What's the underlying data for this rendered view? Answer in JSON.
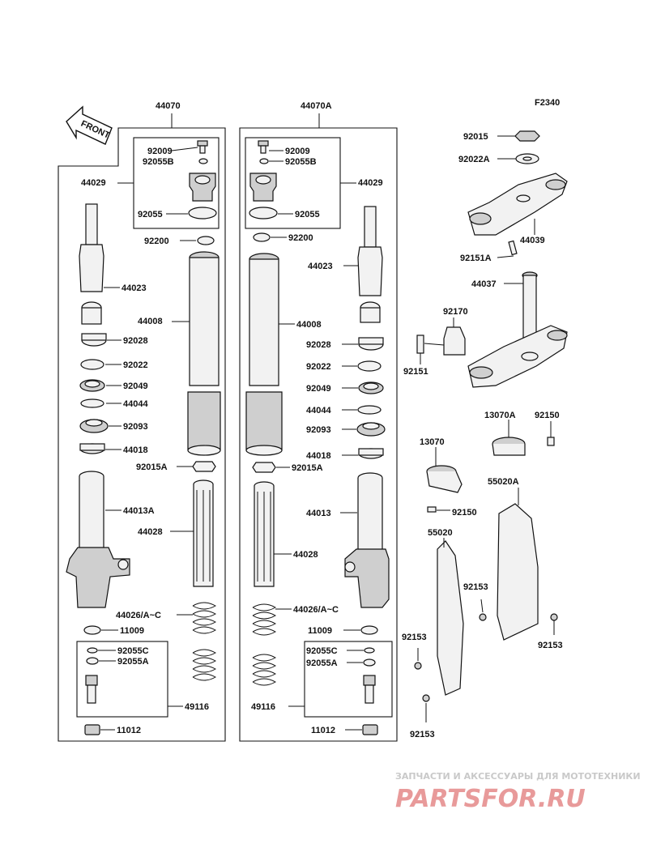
{
  "figure_code": "F2340",
  "front_label": "FRONT",
  "left_fork": {
    "assembly": "44070",
    "parts": {
      "p44029": "44029",
      "p92009": "92009",
      "p92055B": "92055B",
      "p92055": "92055",
      "p92200": "92200",
      "p44023": "44023",
      "p44008": "44008",
      "p92028": "92028",
      "p92022": "92022",
      "p92049": "92049",
      "p44044": "44044",
      "p92093": "92093",
      "p44018": "44018",
      "p92015A": "92015A",
      "p44013A": "44013A",
      "p44028": "44028",
      "p44026": "44026/A~C",
      "p11009": "11009",
      "p92055C": "92055C",
      "p92055A": "92055A",
      "p49116": "49116",
      "p11012": "11012"
    }
  },
  "right_fork": {
    "assembly": "44070A",
    "parts": {
      "p92009": "92009",
      "p92055B": "92055B",
      "p44029": "44029",
      "p92055": "92055",
      "p92200": "92200",
      "p44023": "44023",
      "p44008": "44008",
      "p92028": "92028",
      "p92022": "92022",
      "p92049": "92049",
      "p44044": "44044",
      "p92093": "92093",
      "p44018": "44018",
      "p92015A": "92015A",
      "p44013": "44013",
      "p44028": "44028",
      "p44026": "44026/A~C",
      "p11009": "11009",
      "p92055C": "92055C",
      "p92055A": "92055A",
      "p49116": "49116",
      "p11012": "11012"
    }
  },
  "steering": {
    "p92015": "92015",
    "p92022A": "92022A",
    "p44039": "44039",
    "p92151A": "92151A",
    "p44037": "44037",
    "p92170": "92170",
    "p92151": "92151",
    "p13070A": "13070A",
    "p92150a": "92150",
    "p13070": "13070",
    "p92150b": "92150",
    "p55020A": "55020A",
    "p55020": "55020",
    "p92153a": "92153",
    "p92153b": "92153",
    "p92153c": "92153",
    "p92153d": "92153"
  },
  "watermark": {
    "top_text": "ЗАПЧАСТИ И АКСЕССУАРЫ ДЛЯ МОТОТЕХНИКИ",
    "logo_text": "PARTSFOR.RU"
  }
}
